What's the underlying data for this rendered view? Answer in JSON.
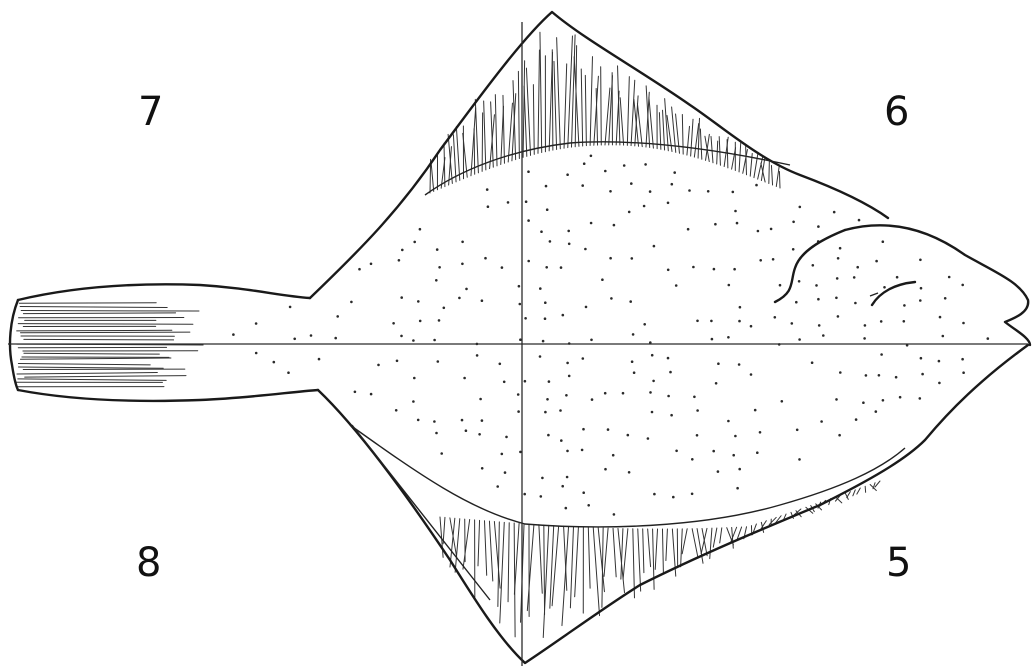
{
  "regions": {
    "top_left": "7",
    "top_right": "6",
    "bottom_left": "8",
    "bottom_right": "5"
  },
  "colors": {
    "ink": "#1a1a1a",
    "background": "#ffffff"
  }
}
